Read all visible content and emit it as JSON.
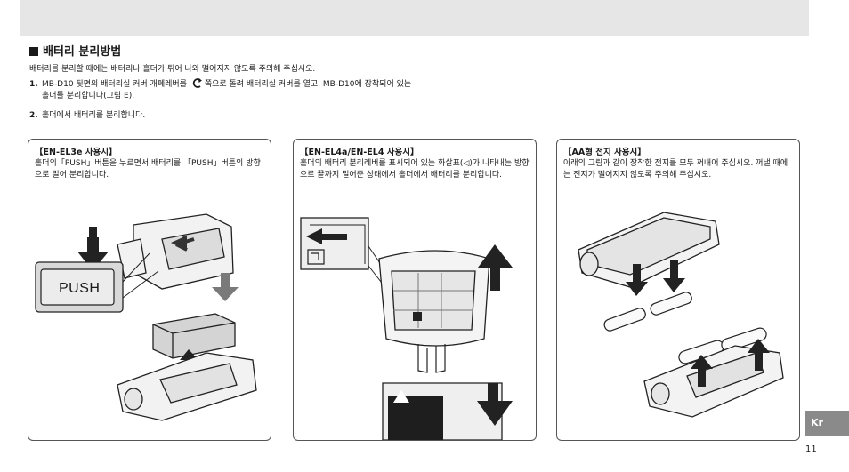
{
  "section": {
    "title": "배터리 분리방법"
  },
  "intro": "배터리를 분리할 때에는 배터리나 홀더가 튀어 나와 떨어지지 않도록 주의해 주십시오.",
  "steps": [
    {
      "num": "1.",
      "text_a": "MB-D10 뒷면의 배터리실 커버 개폐레버를",
      "text_b": "쪽으로 돌려 배터리실 커버를 열고, MB-D10에 장착되어 있는",
      "text_c": "홀더를 분리합니다(그림 E).",
      "icon": "rotate-arrow-icon"
    },
    {
      "num": "2.",
      "text_a": "홀더에서 배터리를 분리합니다."
    }
  ],
  "panels": [
    {
      "title": "【EN-EL3e 사용시】",
      "desc": "홀더의「PUSH」버튼을 누르면서 배터리를 「PUSH」버튼의 방향으로 밀어 분리합니다.",
      "push_label": "PUSH"
    },
    {
      "title": "【EN-EL4a/EN-EL4 사용시】",
      "desc": "홀더의 배터리 분리레버를 표시되어 있는 화살표(◁)가 나타내는 방향으로 끝까지 밀어준 상태에서 홀더에서 배터리를 분리합니다."
    },
    {
      "title": "【AA형 전지 사용시】",
      "desc": "아래의 그림과 같이 장착한 전지를 모두 꺼내어 주십시오. 꺼낼 때에는 전지가 떨어지지 않도록 주의해 주십시오."
    }
  ],
  "side_tab": "Kr",
  "page_number": "11"
}
